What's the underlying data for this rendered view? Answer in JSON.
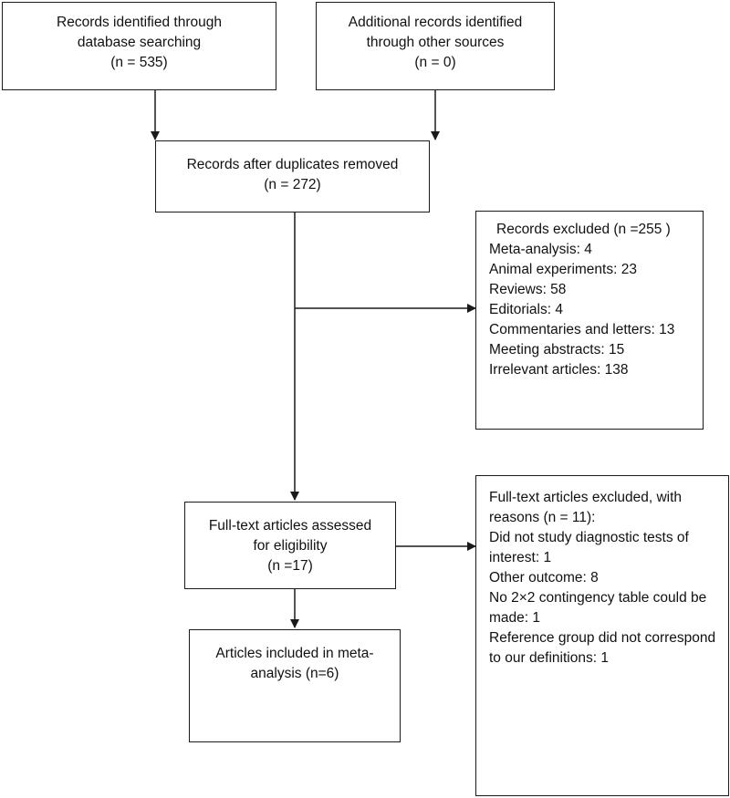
{
  "boxes": {
    "identified_database": {
      "lines": [
        "Records identified through",
        "database searching",
        "(n = 535)"
      ]
    },
    "identified_other": {
      "lines": [
        "Additional records identified",
        "through other sources",
        "(n = 0)"
      ]
    },
    "after_duplicates": {
      "lines": [
        "Records after duplicates removed",
        "(n = 272)"
      ]
    },
    "records_excluded": {
      "title": "Records excluded (n =255 )",
      "items": [
        "Meta-analysis: 4",
        "Animal experiments: 23",
        "Reviews: 58",
        "Editorials: 4",
        "Commentaries and letters: 13",
        "Meeting abstracts: 15",
        "Irrelevant articles: 138"
      ]
    },
    "fulltext_assessed": {
      "lines": [
        "Full-text articles assessed",
        "for eligibility",
        "(n =17)"
      ]
    },
    "fulltext_excluded": {
      "title": "Full-text articles excluded, with reasons (n = 11):",
      "items": [
        "Did not study diagnostic tests of interest: 1",
        "Other outcome: 8",
        "No 2×2 contingency table could be made: 1",
        "Reference group did not correspond to our definitions: 1"
      ]
    },
    "included": {
      "lines": [
        "Articles included in meta-",
        "analysis (n=6)"
      ]
    }
  }
}
